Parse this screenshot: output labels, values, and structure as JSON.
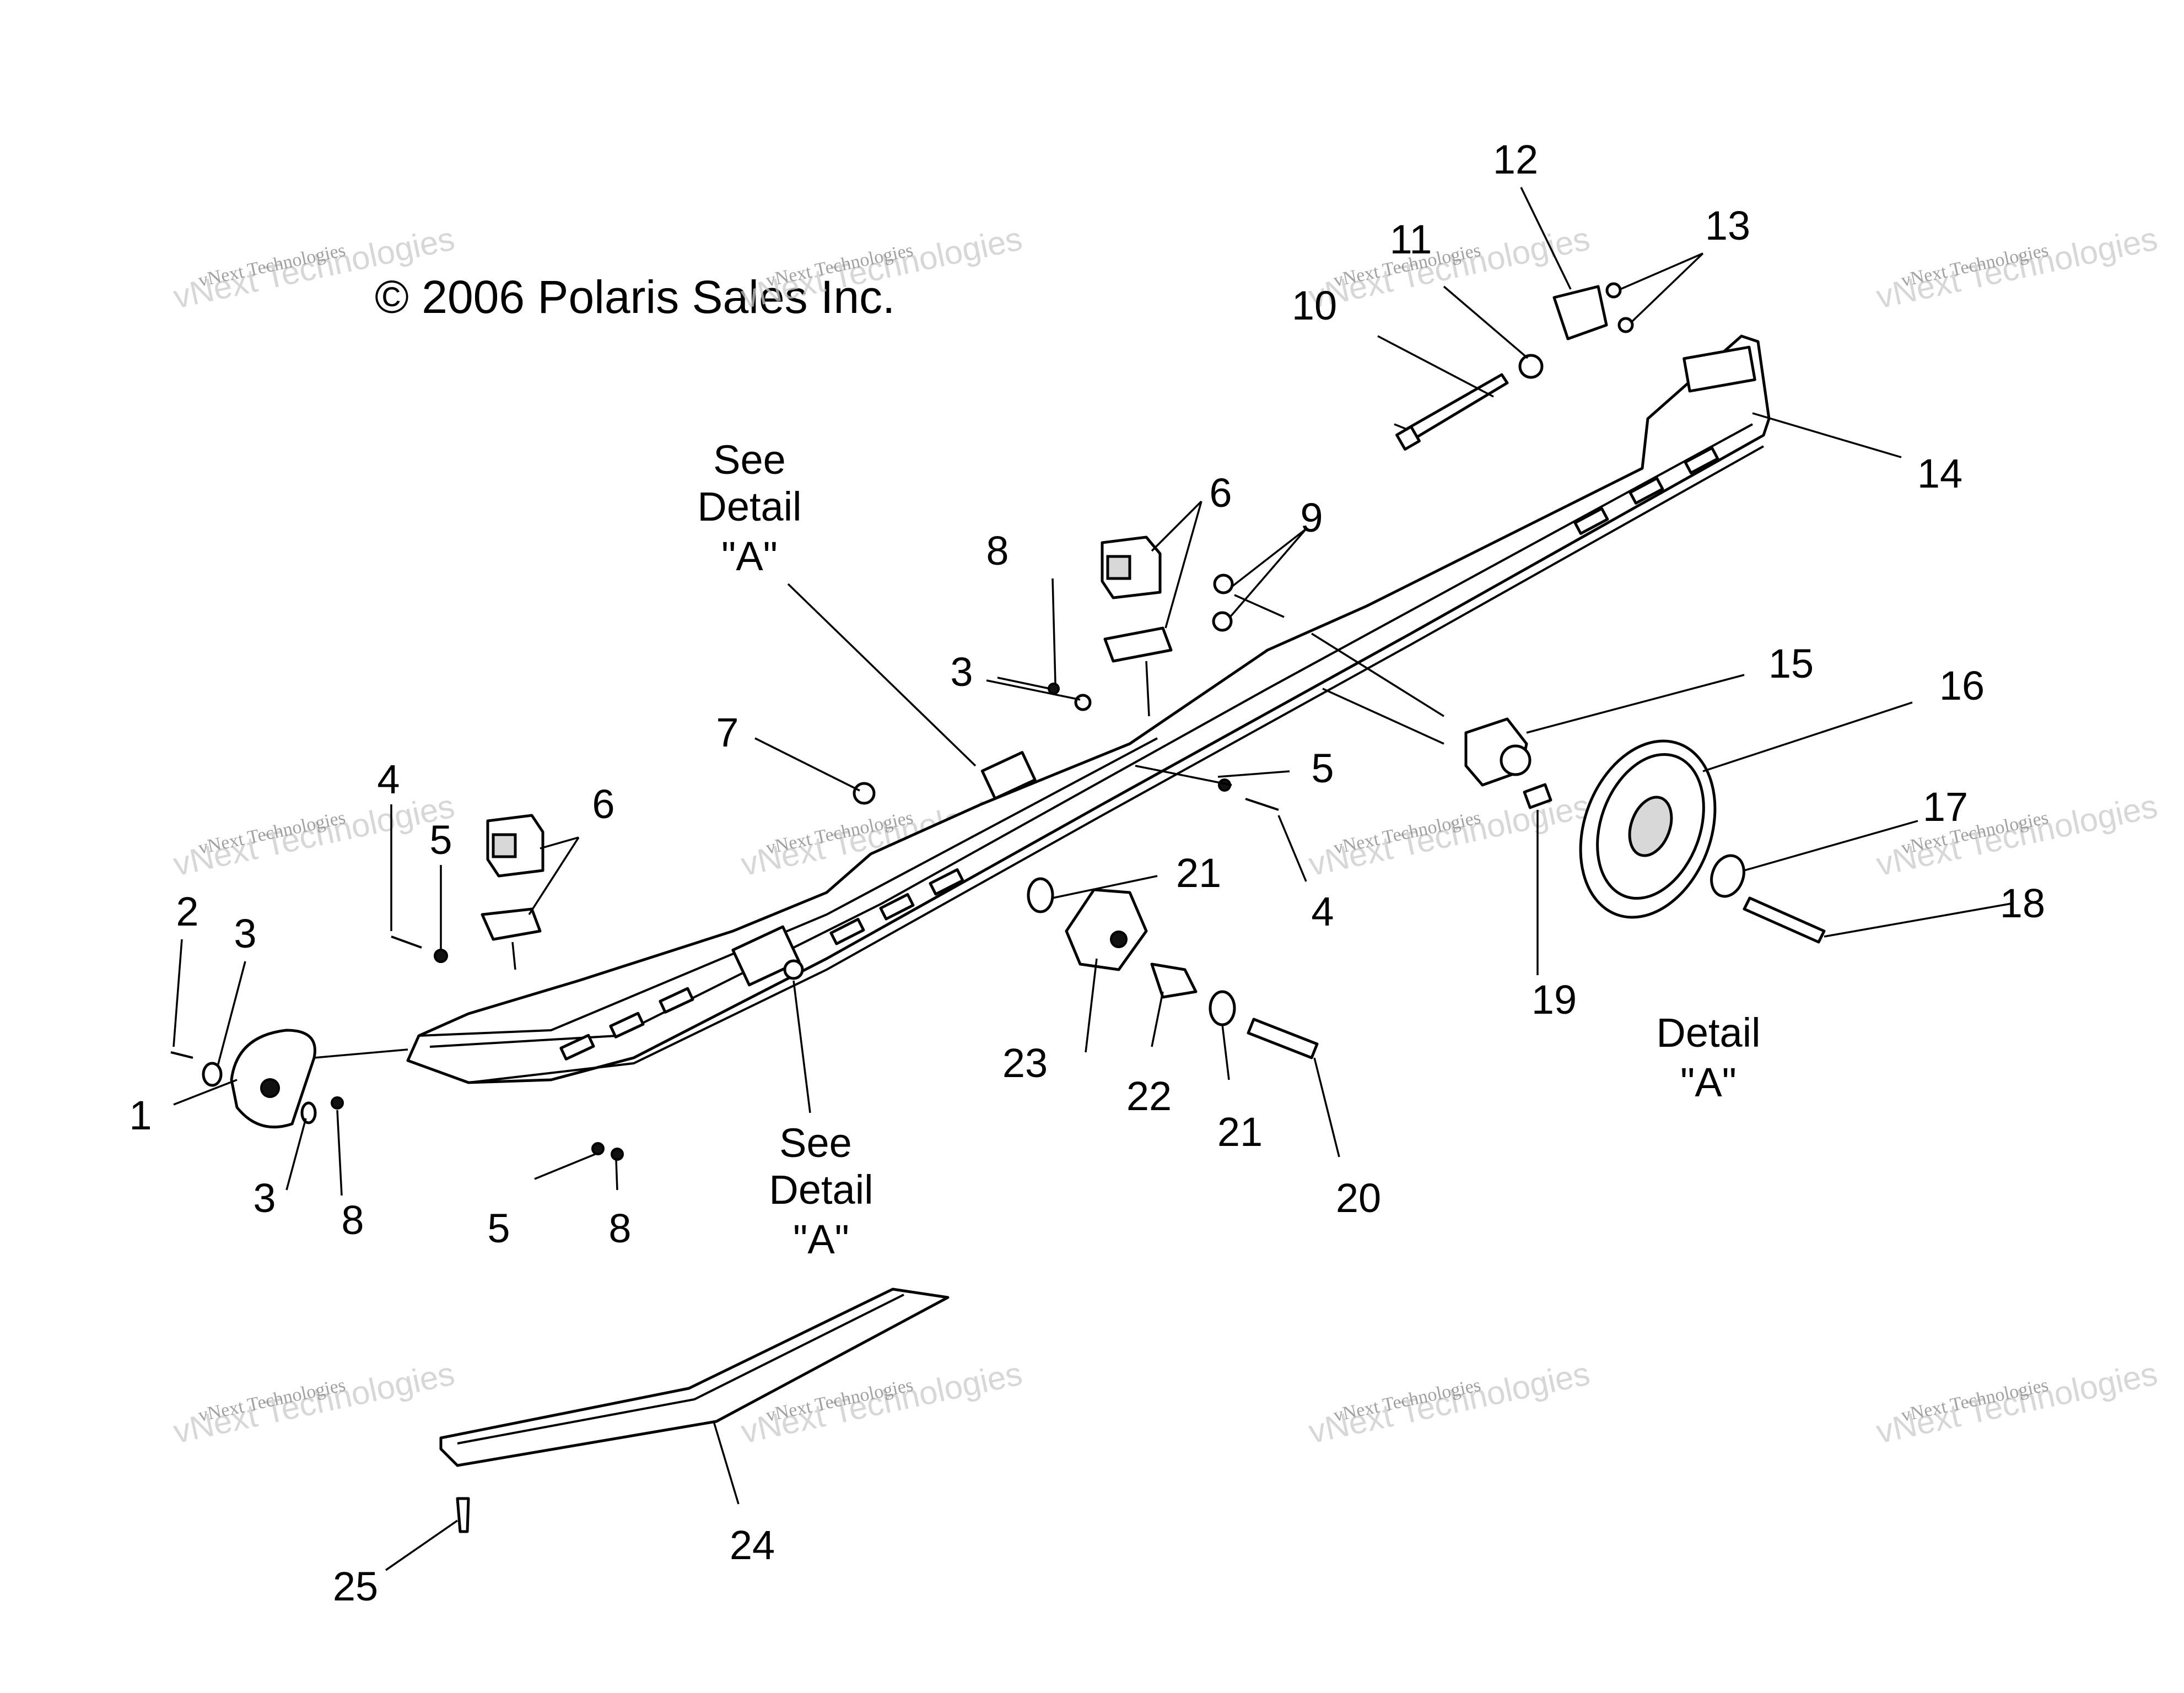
{
  "copyright": "© 2006 Polaris Sales Inc.",
  "watermark": {
    "line1": "vNext Technologies",
    "line2": "vNext Technologies"
  },
  "detail_notes": {
    "see_detail_top": [
      "See",
      "Detail",
      "\"A\""
    ],
    "see_detail_bottom": [
      "See",
      "Detail",
      "\"A\""
    ],
    "detail_caption": [
      "Detail",
      "\"A\""
    ]
  },
  "callouts": {
    "c1": "1",
    "c2": "2",
    "c3a": "3",
    "c3b": "3",
    "c3c": "3",
    "c4a": "4",
    "c4b": "4",
    "c5a": "5",
    "c5b": "5",
    "c5c": "5",
    "c6a": "6",
    "c6b": "6",
    "c7": "7",
    "c8a": "8",
    "c8b": "8",
    "c8c": "8",
    "c9": "9",
    "c10": "10",
    "c11": "11",
    "c12": "12",
    "c13": "13",
    "c14": "14",
    "c15": "15",
    "c16": "16",
    "c17": "17",
    "c18": "18",
    "c19": "19",
    "c20": "20",
    "c21a": "21",
    "c21b": "21",
    "c22": "22",
    "c23": "23",
    "c24": "24",
    "c25": "25"
  }
}
